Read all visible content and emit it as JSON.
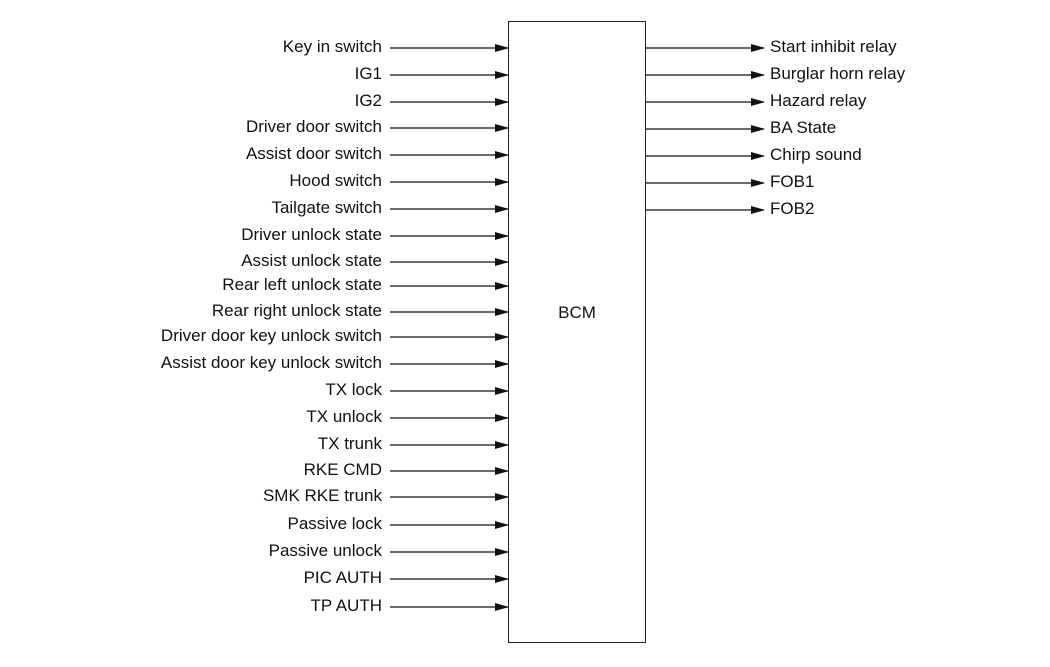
{
  "block": {
    "label": "BCM"
  },
  "inputs": [
    "Key in switch",
    "IG1",
    "IG2",
    "Driver door switch",
    "Assist door switch",
    "Hood switch",
    "Tailgate switch",
    "Driver unlock state",
    "Assist unlock state",
    "Rear left unlock state",
    "Rear right unlock state",
    "Driver door key unlock switch",
    "Assist door key unlock switch",
    "TX lock",
    "TX unlock",
    "TX trunk",
    "RKE CMD",
    "SMK RKE trunk",
    "Passive lock",
    "Passive unlock",
    "PIC AUTH",
    "TP AUTH"
  ],
  "outputs": [
    "Start inhibit relay",
    "Burglar horn relay",
    "Hazard relay",
    "BA State",
    "Chirp sound",
    "FOB1",
    "FOB2"
  ]
}
